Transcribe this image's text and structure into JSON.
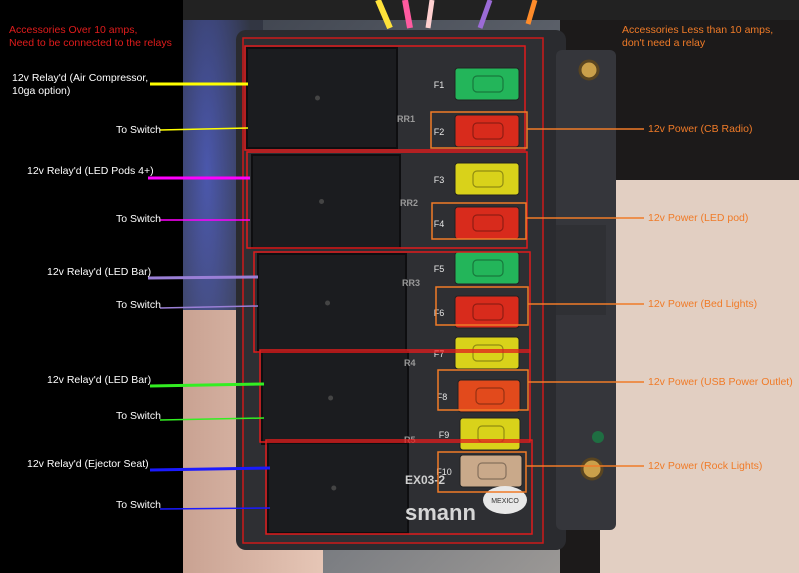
{
  "header": {
    "left_line1": "Accessories Over 10 amps,",
    "left_line2": "Need to be connected to the relays",
    "right_line1": "Accessories Less than 10 amps,",
    "right_line2": "don't need a relay"
  },
  "left_labels": {
    "relay1_line1": "12v Relay'd (Air Compressor,",
    "relay1_line2": "10ga option)",
    "switch1": "To Switch",
    "relay2": "12v Relay'd (LED Pods 4+)",
    "switch2": "To Switch",
    "relay3": "12v Relay'd (LED Bar)",
    "switch3": "To Switch",
    "relay4": "12v Relay'd (LED Bar)",
    "switch4": "To Switch",
    "relay5": "12v Relay'd (Ejector Seat)",
    "switch5": "To Switch"
  },
  "right_labels": {
    "f2": "12v Power (CB Radio)",
    "f4": "12v Power (LED pod)",
    "f6": "12v Power (Bed Lights)",
    "f8": "12v Power (USB Power Outlet)",
    "f10": "12v Power (Rock Lights)"
  },
  "box_labels": {
    "fuses": [
      "F1",
      "F2",
      "F3",
      "F4",
      "F5",
      "F6",
      "F7",
      "F8",
      "F9",
      "F10"
    ],
    "relays": [
      "RR1",
      "RR2",
      "RR3",
      "R4",
      "R5"
    ],
    "model": "EX03-2",
    "brand": "smann",
    "stamp": "MEXICO"
  },
  "wire_colors": {
    "relay1": "#ffff00",
    "switch1": "#ffff00",
    "relay2": "#ff00ff",
    "switch2": "#ff00ff",
    "relay3": "#9a7fd6",
    "switch3": "#9a7fd6",
    "relay4": "#33ee22",
    "switch4": "#33ee22",
    "relay5": "#1a1aff",
    "switch5": "#1a1aff",
    "callout_lines": "#f07b28",
    "callout_boxes": "#f07b28",
    "relay_outlines": "#e01c1c"
  },
  "fuse_colors": {
    "F1": "#23b55a",
    "F2": "#d82b1c",
    "F3": "#d9d21a",
    "F4": "#d82b1c",
    "F5": "#23b55a",
    "F6": "#d82b1c",
    "F7": "#d9d21a",
    "F8": "#e24a1c",
    "F9": "#d9d21a",
    "F10": "#c9a98a"
  }
}
